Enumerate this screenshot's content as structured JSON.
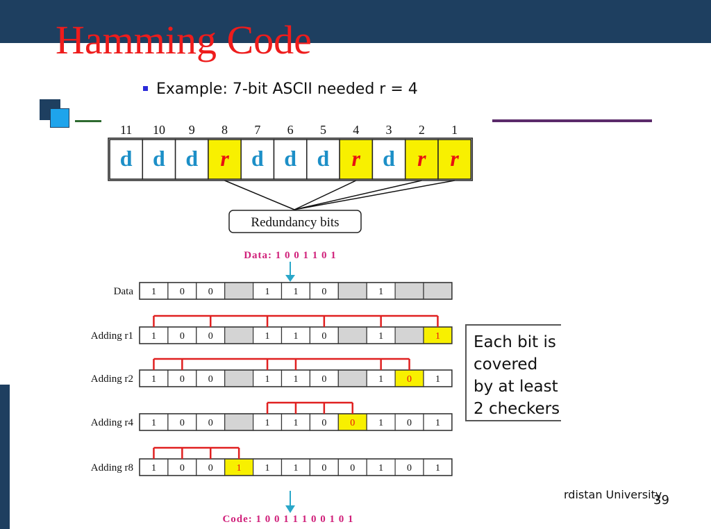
{
  "slide": {
    "title": "Hamming Code",
    "bullet": "Example: 7-bit ASCII needed r = 4",
    "footer": "rdistan University",
    "page_number": "39"
  },
  "colors": {
    "title": "#ee1c1c",
    "bar": "#1e3f60",
    "data_letter": "#1c8fc7",
    "redundancy_letter": "#e81010",
    "highlight": "#f8f000",
    "magenta": "#d0207a",
    "checker_line": "#e02020",
    "gray_cell": "#d4d4d4"
  },
  "position_diagram": {
    "positions": [
      "11",
      "10",
      "9",
      "8",
      "7",
      "6",
      "5",
      "4",
      "3",
      "2",
      "1"
    ],
    "cells": [
      "d",
      "d",
      "d",
      "r",
      "d",
      "d",
      "d",
      "r",
      "d",
      "r",
      "r"
    ],
    "label": "Redundancy bits"
  },
  "calc_diagram": {
    "data_header": "Data: 1 0 0 1 1 0 1",
    "code_footer": "Code: 1 0 0 1 1 1 0 0 1 0 1",
    "rows": [
      {
        "label": "Data",
        "cells": [
          "1",
          "0",
          "0",
          "",
          "1",
          "1",
          "0",
          "",
          "1",
          "",
          ""
        ],
        "highlight": -1,
        "checked": []
      },
      {
        "label": "Adding r1",
        "cells": [
          "1",
          "0",
          "0",
          "",
          "1",
          "1",
          "0",
          "",
          "1",
          "",
          "1"
        ],
        "highlight": 10,
        "checked": [
          0,
          2,
          4,
          6,
          8,
          10
        ]
      },
      {
        "label": "Adding r2",
        "cells": [
          "1",
          "0",
          "0",
          "",
          "1",
          "1",
          "0",
          "",
          "1",
          "0",
          "1"
        ],
        "highlight": 9,
        "checked": [
          0,
          1,
          4,
          5,
          8,
          9
        ]
      },
      {
        "label": "Adding r4",
        "cells": [
          "1",
          "0",
          "0",
          "",
          "1",
          "1",
          "0",
          "0",
          "1",
          "0",
          "1"
        ],
        "highlight": 7,
        "checked": [
          4,
          5,
          6,
          7
        ]
      },
      {
        "label": "Adding r8",
        "cells": [
          "1",
          "0",
          "0",
          "1",
          "1",
          "1",
          "0",
          "0",
          "1",
          "0",
          "1"
        ],
        "highlight": 3,
        "checked": [
          0,
          1,
          2,
          3
        ]
      }
    ]
  },
  "note": {
    "lines": [
      "Each bit is",
      "covered",
      "by at least",
      "2 checkers"
    ]
  }
}
